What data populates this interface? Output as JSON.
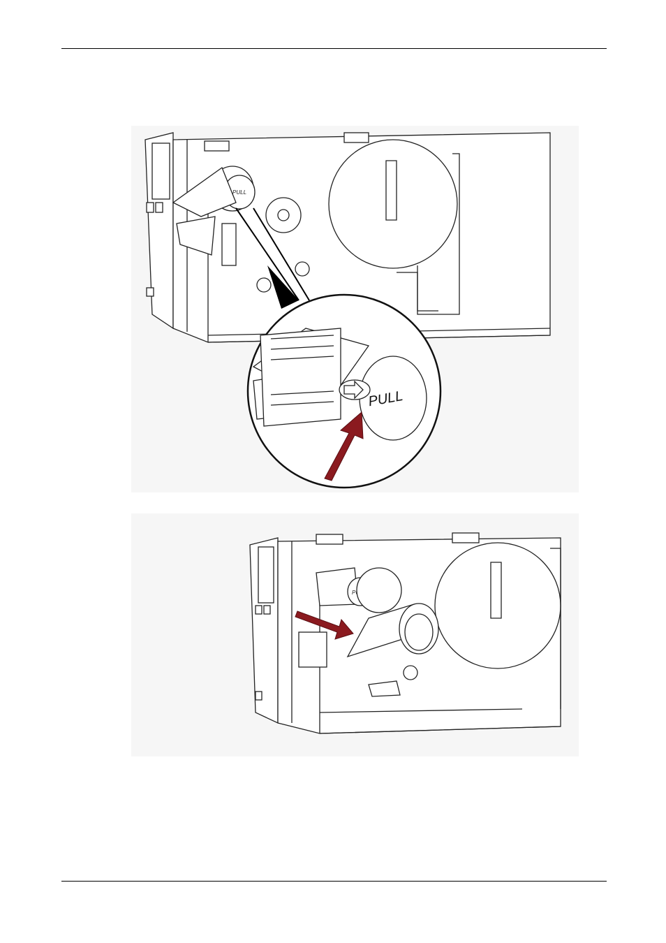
{
  "document": {
    "header_rule": true,
    "footer_rule": true
  },
  "figures": [
    {
      "id": "ribbon-supply-step",
      "callout_label": "PULL",
      "knob_label": "PULL",
      "arrow_color": "#8b1a1f"
    },
    {
      "id": "ribbon-feed-step",
      "knob_label": "PULL",
      "arrow_color": "#8b1a1f"
    }
  ]
}
